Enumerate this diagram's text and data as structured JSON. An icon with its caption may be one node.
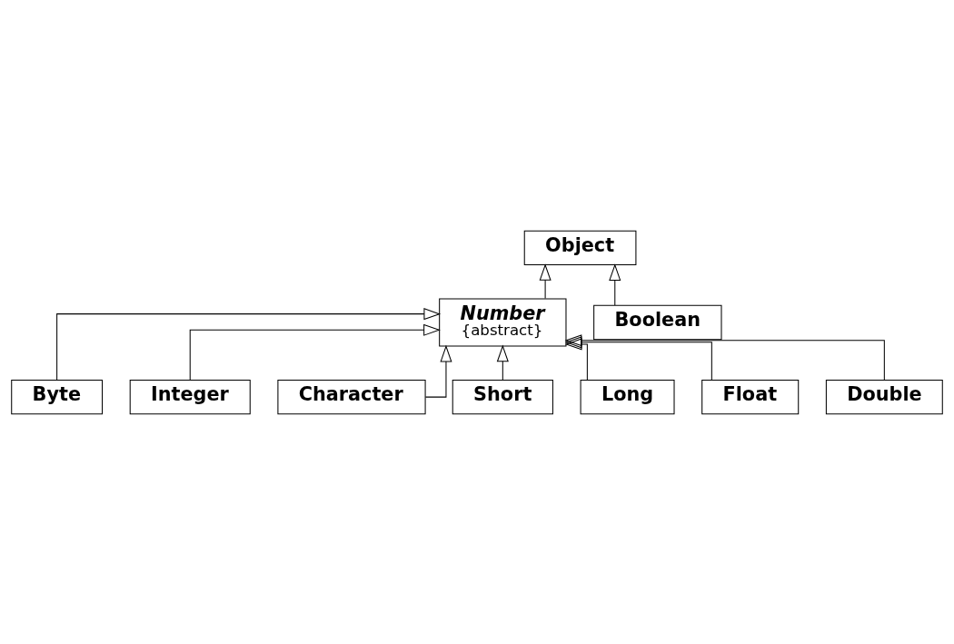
{
  "diagram": {
    "nodes": [
      {
        "text": [
          "Object"
        ]
      },
      {
        "text": [
          "Number",
          "{abstract}"
        ]
      },
      {
        "text": [
          "Boolean"
        ]
      },
      {
        "text": [
          "Byte"
        ]
      },
      {
        "text": [
          "Integer"
        ]
      },
      {
        "text": [
          "Character"
        ]
      },
      {
        "text": [
          "Short"
        ]
      },
      {
        "text": [
          "Long"
        ]
      },
      {
        "text": [
          "Float"
        ]
      },
      {
        "text": [
          "Double"
        ]
      }
    ],
    "edges": [
      {
        "from": 1,
        "to": 0,
        "arrow": "to"
      },
      {
        "from": 2,
        "to": 0,
        "arrow": "to"
      },
      {
        "from": 3,
        "to": 1,
        "arrow": "to"
      },
      {
        "from": 4,
        "to": 1,
        "arrow": "to"
      },
      {
        "from": 5,
        "to": 1,
        "arrow": "to"
      },
      {
        "from": 6,
        "to": 1,
        "arrow": "to"
      },
      {
        "from": 7,
        "to": 1,
        "arrow": "to"
      },
      {
        "from": 8,
        "to": 1,
        "arrow": "to"
      },
      {
        "from": 9,
        "to": 1,
        "arrow": "to"
      }
    ]
  }
}
